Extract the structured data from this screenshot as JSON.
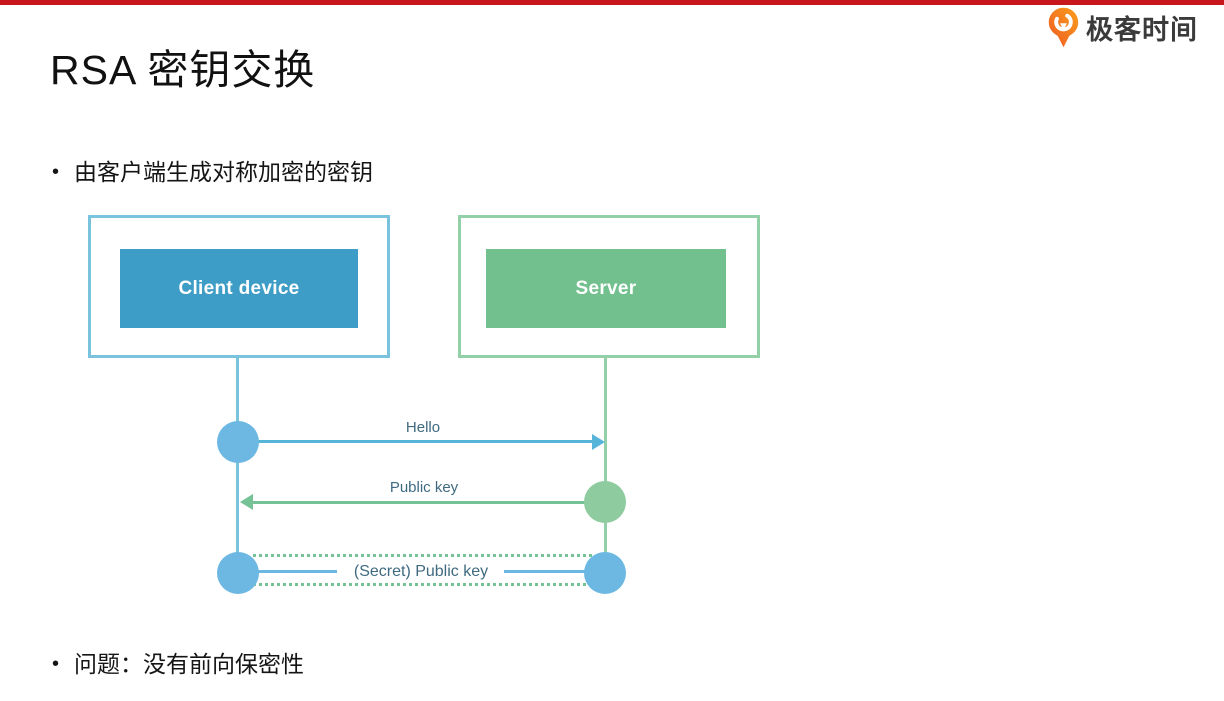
{
  "brand": {
    "logo_text": "极客时间",
    "logo_icon": "geektime-pin-icon"
  },
  "slide": {
    "title": "RSA 密钥交换",
    "bullets": [
      "由客户端生成对称加密的密钥",
      "问题：没有前向保密性"
    ]
  },
  "diagram": {
    "actors": [
      {
        "id": "client",
        "label": "Client device"
      },
      {
        "id": "server",
        "label": "Server"
      }
    ],
    "messages": [
      {
        "label": "Hello",
        "from": "client",
        "to": "server",
        "style": "solid-arrow-right"
      },
      {
        "label": "Public key",
        "from": "server",
        "to": "client",
        "style": "solid-arrow-left"
      },
      {
        "label": "(Secret) Public key",
        "from": "client",
        "to": "server",
        "style": "dotted-exchange"
      }
    ]
  },
  "colors": {
    "top_bar": "#c8161d",
    "client_fill": "#3e9dc6",
    "client_border": "#7ac3de",
    "client_node": "#6cb8e2",
    "server_fill": "#72c08d",
    "server_border": "#94d0a7",
    "server_node": "#8ecb9e",
    "blue_line": "#57b4d9",
    "green_line": "#74c295",
    "label_text": "#3f6a80",
    "logo_orange": "#f6821f",
    "logo_orange_dark": "#ee5a24",
    "logo_text": "#3b3b3b"
  }
}
